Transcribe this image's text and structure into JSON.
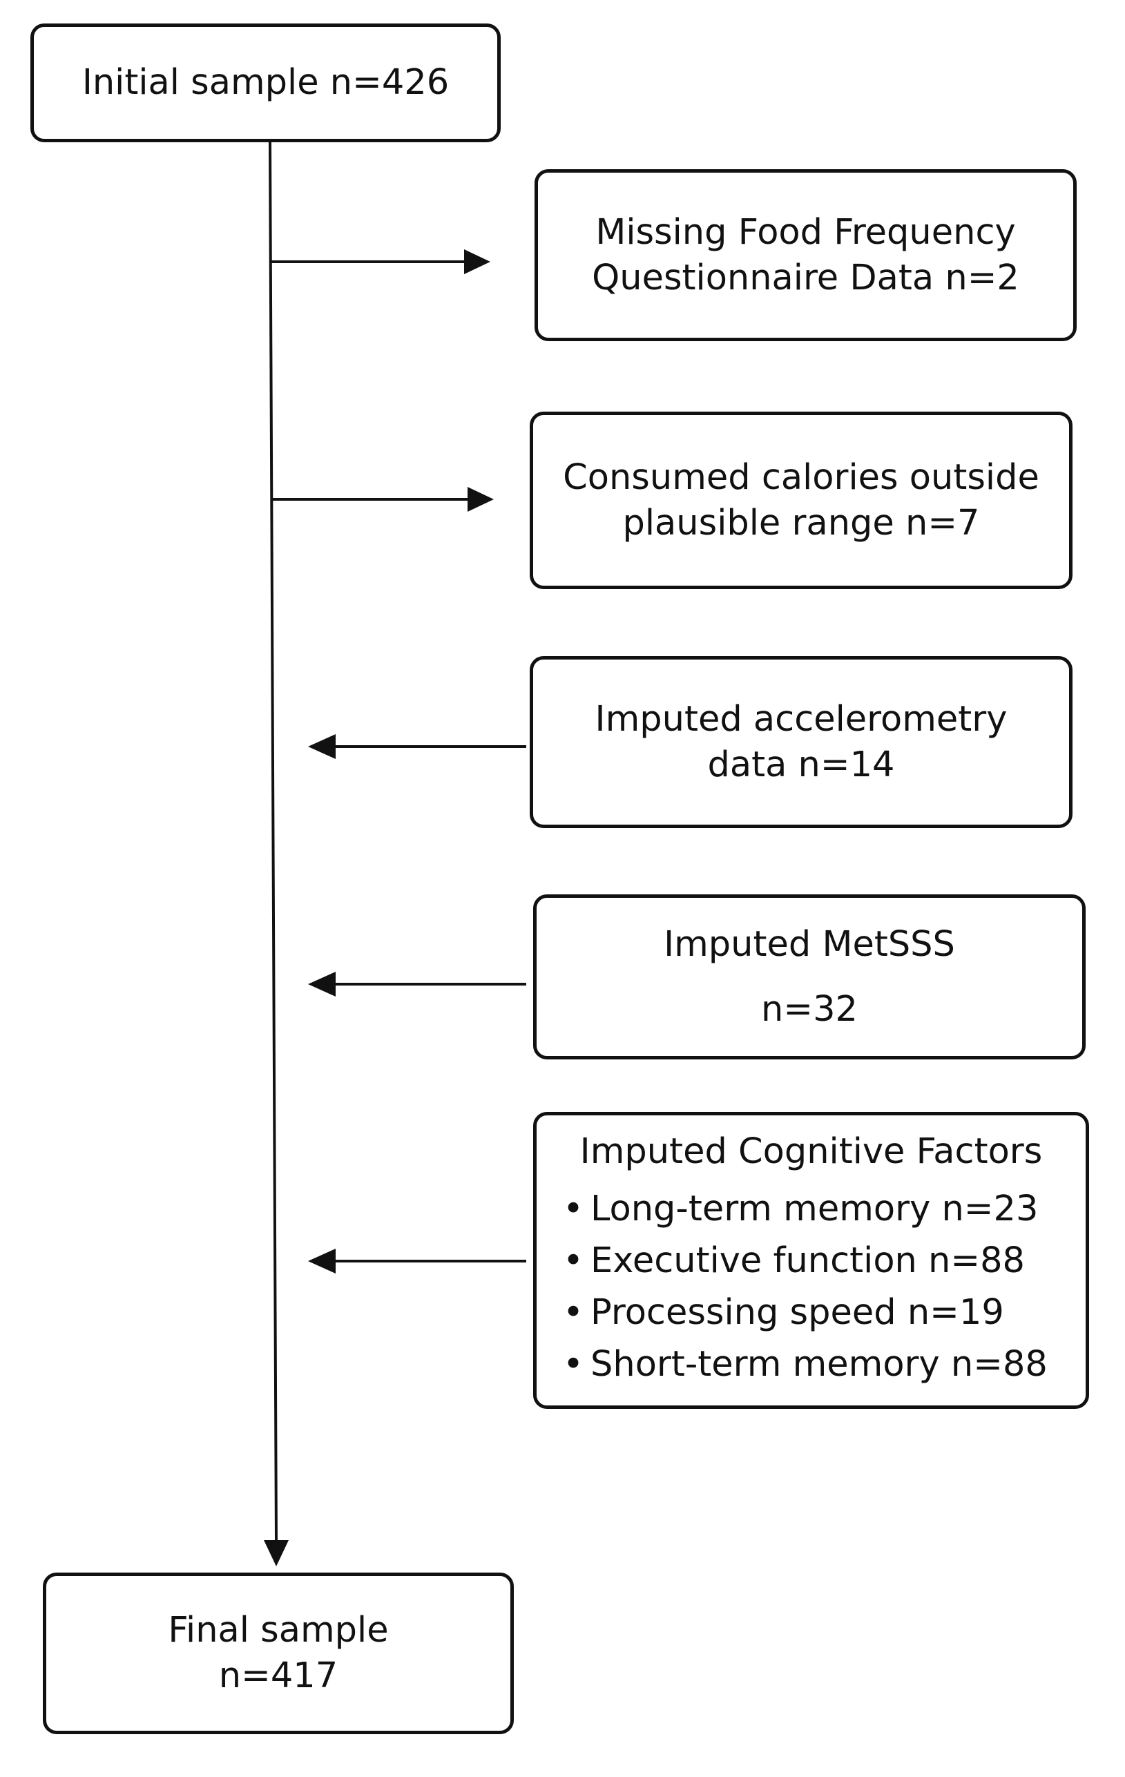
{
  "initial": {
    "line1": "Initial sample n=426"
  },
  "missing_ffq": {
    "line1": "Missing Food Frequency",
    "line2": "Questionnaire Data n=2"
  },
  "calories": {
    "line1": "Consumed calories outside",
    "line2": "plausible range n=7"
  },
  "accelerometry": {
    "line1": "Imputed accelerometry",
    "line2": "data n=14"
  },
  "metsss": {
    "line1": "Imputed MetSSS",
    "line2": "n=32"
  },
  "cognitive": {
    "title": "Imputed Cognitive Factors",
    "items": [
      {
        "label": "Long-term memory n=23"
      },
      {
        "label": "Executive function n=88"
      },
      {
        "label": "Processing speed n=19"
      },
      {
        "label": "Short-term memory n=88"
      }
    ]
  },
  "final": {
    "line1": "Final sample",
    "line2": "n=417"
  }
}
